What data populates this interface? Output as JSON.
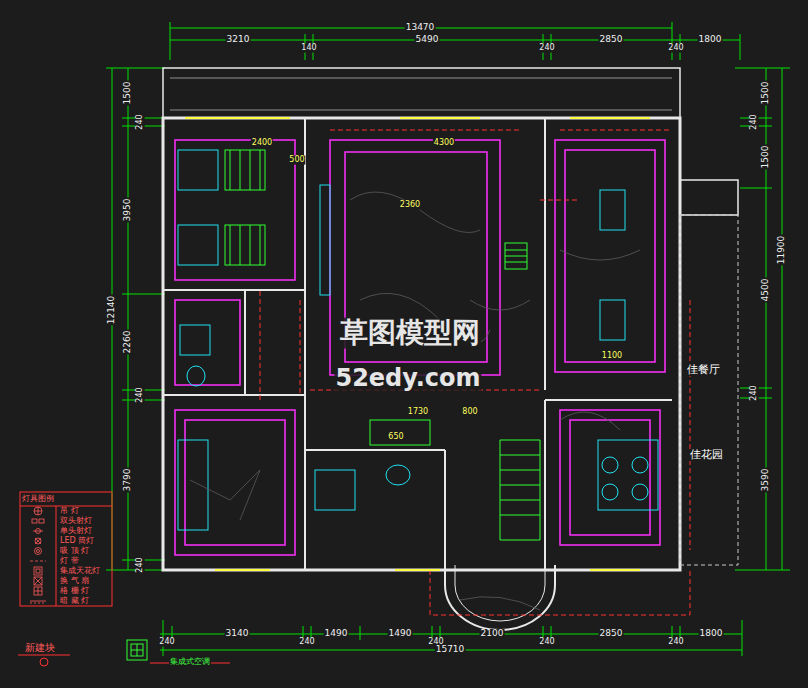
{
  "diagram": {
    "labels": [
      "13470",
      "3210",
      "140",
      "5490",
      "240",
      "2850",
      "240",
      "1800",
      "240",
      "3140",
      "240",
      "1490",
      "1490",
      "240",
      "2100",
      "240",
      "2850",
      "240",
      "1800",
      "15710",
      "1500",
      "240",
      "3950",
      "2260",
      "240",
      "3790",
      "240",
      "12140",
      "1500",
      "240",
      "1500",
      "4500",
      "240",
      "3590",
      "11900",
      "4300",
      "2360",
      "1730",
      "800",
      "650",
      "2400",
      "500",
      "1100",
      "佳餐厅",
      "佳花园",
      "草图模型网",
      "52edy.com",
      "灯具图例",
      "新建块",
      "集成式空调"
    ],
    "legend": [
      {
        "text": "吊 灯"
      },
      {
        "text": "双头射灯"
      },
      {
        "text": "单头射灯"
      },
      {
        "text": "LED 筒灯"
      },
      {
        "text": "吸 顶 灯"
      },
      {
        "text": "灯 带"
      },
      {
        "text": "集成天花灯"
      },
      {
        "text": "换 气 扇"
      },
      {
        "text": "格 栅 灯"
      },
      {
        "text": "暗 藏 灯"
      }
    ]
  }
}
